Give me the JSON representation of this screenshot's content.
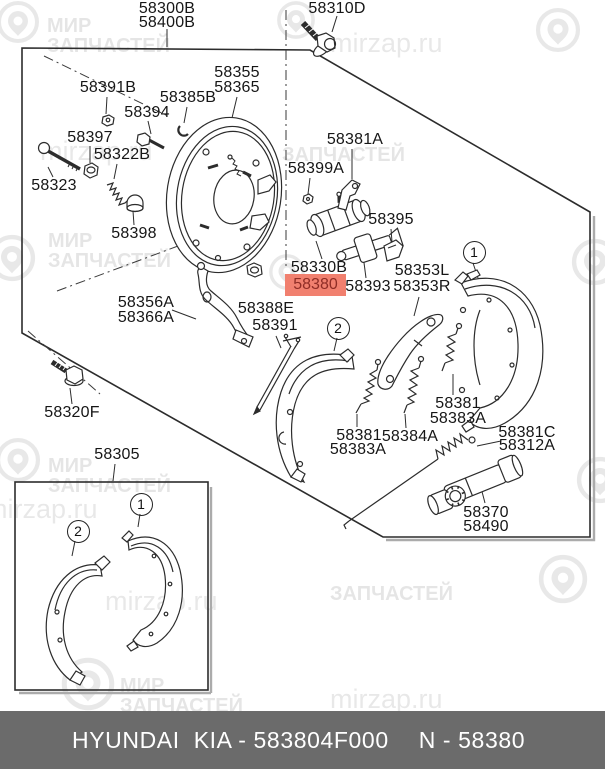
{
  "watermark": {
    "brand_line1": "МИР",
    "brand_line2": "ЗАПЧАСТЕЙ",
    "site": "mirzap.ru",
    "color": "#e9e9e9"
  },
  "colors": {
    "line": "#2c2c2c",
    "highlight_bg": "#f1806f",
    "highlight_fg": "#8f2d26",
    "footer_bg": "#6b6b6b",
    "footer_fg": "#ffffff"
  },
  "labels": {
    "a58300B": "58300B",
    "a58400B": "58400B",
    "a58310D": "58310D",
    "a58355": "58355",
    "a58365": "58365",
    "a58391B": "58391B",
    "a58385B": "58385B",
    "a58394": "58394",
    "a58397": "58397",
    "a58322B": "58322B",
    "a58323": "58323",
    "a58398": "58398",
    "a58381A": "58381A",
    "a58399A": "58399A",
    "a58395": "58395",
    "a58330B": "58330B",
    "a58393": "58393",
    "a58353L": "58353L",
    "a58353R": "58353R",
    "a58356A": "58356A",
    "a58366A": "58366A",
    "a58388E": "58388E",
    "a58391": "58391",
    "sp1_58381": "58381",
    "sp1_58383A": "58383A",
    "a58384A": "58384A",
    "sp2_58381": "58381",
    "sp2_58383A": "58383A",
    "a58381C": "58381C",
    "a58312A": "58312A",
    "a58370": "58370",
    "a58490": "58490",
    "a58320F": "58320F",
    "a58305": "58305"
  },
  "highlight": {
    "code": "58380"
  },
  "callouts": {
    "c1": "1",
    "c2": "2"
  },
  "footer": {
    "brand": "HYUNDAI  KIA - 583804F000",
    "part_ref": "N - 58380"
  }
}
